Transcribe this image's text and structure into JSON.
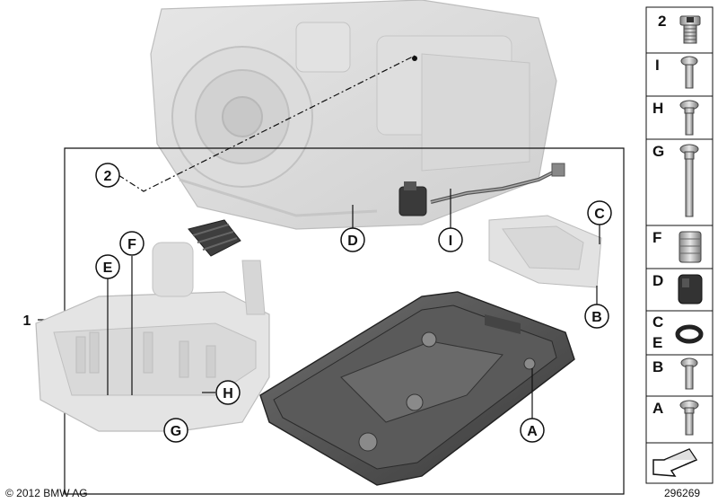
{
  "diagram": {
    "main_label": "1",
    "callouts": {
      "c2": "2",
      "cD": "D",
      "cI": "I",
      "cC": "C",
      "cB": "B",
      "cF": "F",
      "cE": "E",
      "cH": "H",
      "cG": "G",
      "cA": "A"
    }
  },
  "legend": {
    "items": [
      {
        "label": "2",
        "icon": "drain-plug-icon"
      },
      {
        "label": "I",
        "icon": "short-bolt-icon"
      },
      {
        "label": "H",
        "icon": "flange-bolt-icon"
      },
      {
        "label": "G",
        "icon": "long-bolt-icon"
      },
      {
        "label": "F",
        "icon": "sleeve-icon"
      },
      {
        "label": "D",
        "icon": "connector-adapter-icon"
      },
      {
        "label": "C",
        "icon": "o-ring-icon",
        "label2": "E"
      },
      {
        "label": "B",
        "icon": "bolt-b-icon"
      },
      {
        "label": "A",
        "icon": "bolt-a-icon"
      }
    ]
  },
  "footer": {
    "copyright": "© 2012 BMW AG",
    "image_number": "296269"
  }
}
